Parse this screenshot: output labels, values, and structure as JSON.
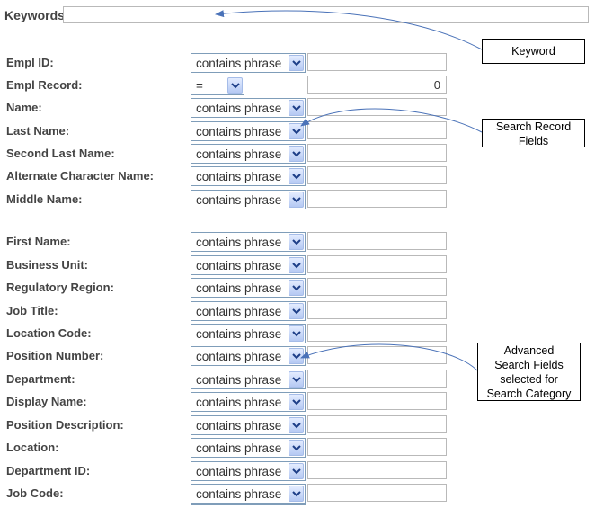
{
  "keywords": {
    "label": "Keywords",
    "value": ""
  },
  "operator_default": "contains phrase",
  "fields": [
    {
      "label": "Empl ID:",
      "operator": "contains phrase",
      "value": ""
    },
    {
      "label": "Empl Record:",
      "operator": "=",
      "value": "0"
    },
    {
      "label": "Name:",
      "operator": "contains phrase",
      "value": ""
    },
    {
      "label": "Last Name:",
      "operator": "contains phrase",
      "value": ""
    },
    {
      "label": "Second Last Name:",
      "operator": "contains phrase",
      "value": ""
    },
    {
      "label": "Alternate Character Name:",
      "operator": "contains phrase",
      "value": ""
    },
    {
      "label": "Middle Name:",
      "operator": "contains phrase",
      "value": ""
    },
    {
      "label": "First Name:",
      "operator": "contains phrase",
      "value": ""
    },
    {
      "label": "Business Unit:",
      "operator": "contains phrase",
      "value": ""
    },
    {
      "label": "Regulatory Region:",
      "operator": "contains phrase",
      "value": ""
    },
    {
      "label": "Job Title:",
      "operator": "contains phrase",
      "value": ""
    },
    {
      "label": "Location Code:",
      "operator": "contains phrase",
      "value": ""
    },
    {
      "label": "Position Number:",
      "operator": "contains phrase",
      "value": ""
    },
    {
      "label": "Department:",
      "operator": "contains phrase",
      "value": ""
    },
    {
      "label": "Display Name:",
      "operator": "contains phrase",
      "value": ""
    },
    {
      "label": "Position Description:",
      "operator": "contains phrase",
      "value": ""
    },
    {
      "label": "Location:",
      "operator": "contains phrase",
      "value": ""
    },
    {
      "label": "Department ID:",
      "operator": "contains phrase",
      "value": ""
    },
    {
      "label": "Job Code:",
      "operator": "contains phrase",
      "value": ""
    }
  ],
  "callouts": {
    "keyword": "Keyword",
    "search_record_line1": "Search Record",
    "search_record_line2": "Fields",
    "advanced_line1": "Advanced",
    "advanced_line2": "Search Fields",
    "advanced_line3": "selected for",
    "advanced_line4": "Search Category"
  },
  "colors": {
    "arrow": "#4a72b8",
    "select_border": "#7f9db9",
    "dropdown_button": "#b5c9f3"
  },
  "icons": {
    "dropdown": "chevron-down-icon"
  }
}
